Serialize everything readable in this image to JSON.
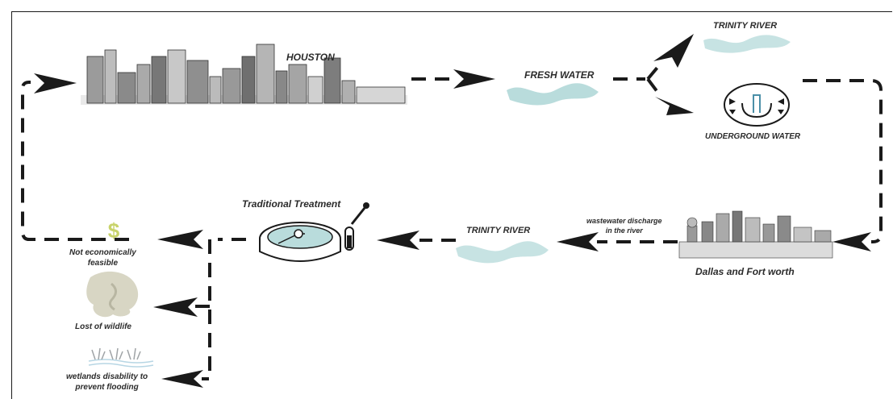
{
  "labels": {
    "houston": "HOUSTON",
    "fresh_water": "FRESH WATER",
    "trinity_river_top": "TRINITY RIVER",
    "underground_water": "UNDERGROUND WATER",
    "dallas_fort_worth": "Dallas and Fort worth",
    "wastewater_line1": "wastewater discharge",
    "wastewater_line2": "in the river",
    "trinity_river_bottom": "TRINITY RIVER",
    "traditional_treatment": "Traditional Treatment",
    "not_feasible_line1": "Not economically",
    "not_feasible_line2": "feasible",
    "lost_wildlife": "Lost of wildlife",
    "wetlands_line1": "wetlands disability to",
    "wetlands_line2": "prevent flooding",
    "dollar_symbol": "$"
  },
  "colors": {
    "water": "#b9dcdc",
    "dollar": "#c8d36a",
    "wildlife": "#d8d6c4",
    "line": "#1a1a1a",
    "text": "#2b2b2b"
  },
  "icons": [
    "city-skyline-icon",
    "water-wave-icon",
    "underground-water-icon",
    "treatment-tank-icon",
    "test-tube-icon",
    "dollar-icon",
    "wildlife-icon",
    "wetlands-grass-icon"
  ]
}
